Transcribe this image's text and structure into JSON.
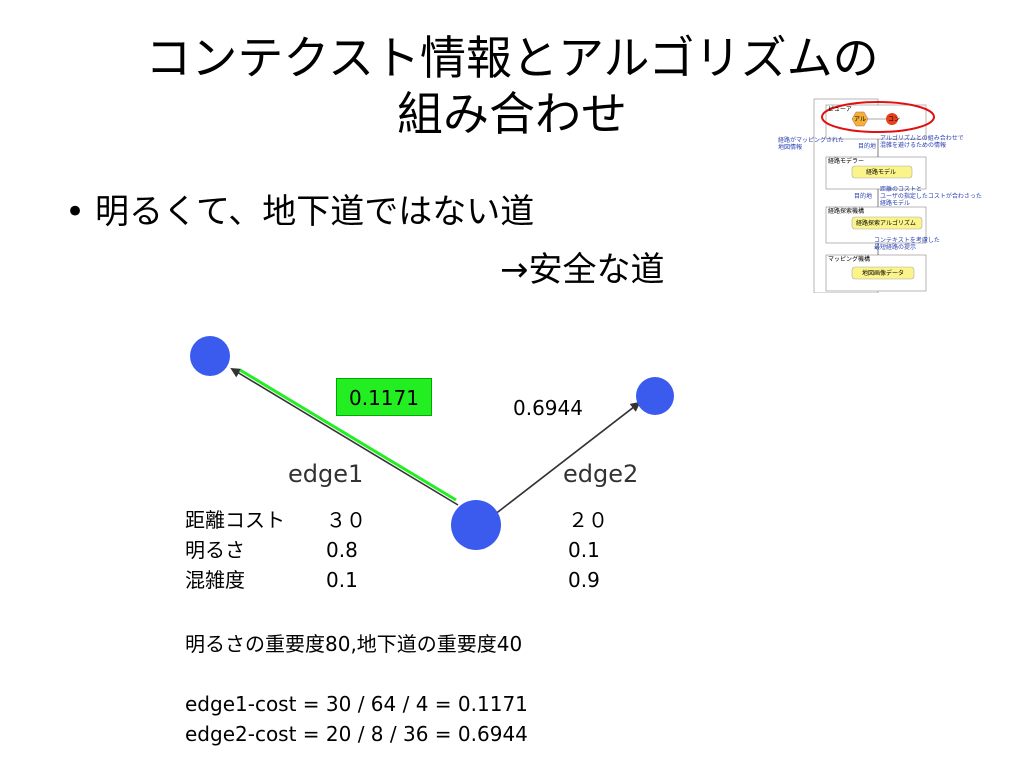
{
  "title": {
    "line1": "コンテクスト情報とアルゴリズムの",
    "line2": "組み合わせ"
  },
  "bullet": {
    "marker": "•",
    "text": "明るくて、地下道ではない道",
    "result": "→安全な道"
  },
  "graph": {
    "edge1_label": "edge1",
    "edge2_label": "edge2",
    "edge1_weight": "0.1171",
    "edge2_weight": "0.6944",
    "colors": {
      "node": "#3b5bef",
      "highlight": "#22ee22",
      "edge": "#333333"
    }
  },
  "table": {
    "rows": [
      {
        "label": "距離コスト",
        "edge1": "３０",
        "edge2": "２０"
      },
      {
        "label": "明るさ",
        "edge1": "0.8",
        "edge2": "0.1"
      },
      {
        "label": "混雑度",
        "edge1": "0.1",
        "edge2": "0.9"
      }
    ]
  },
  "notes": {
    "importance": "明るさの重要度80,地下道の重要度40",
    "edge1_cost": "edge1-cost = 30 / 64 / 4 = 0.1171",
    "edge2_cost": "edge2-cost = 20 / 8 / 36  =  0.6944"
  },
  "thumbnail": {
    "view_label": "ビューア",
    "algo_node": "アル",
    "context_node": "コン",
    "left_note_1": "経路がマッピングされた",
    "left_note_2": "地図情報",
    "destination_1": "目的地",
    "top_note_1": "アルゴリズムとの組み合わせで",
    "top_note_2": "混雑を避けるための情報",
    "modeler_label": "経路モデラー",
    "route_model": "経路モデル",
    "destination_2": "目的地",
    "mid_note_1": "距離のコストと",
    "mid_note_2": "ユーザの指定したコストが合わさった",
    "mid_note_3": "経路モデル",
    "search_label": "経路探索機構",
    "search_algo": "経路探索アルゴリズム",
    "low_note_1": "コンテキストを考慮した",
    "low_note_2": "最短経路の提示",
    "mapping_label": "マッピング機構",
    "map_data": "地図画像データ"
  }
}
